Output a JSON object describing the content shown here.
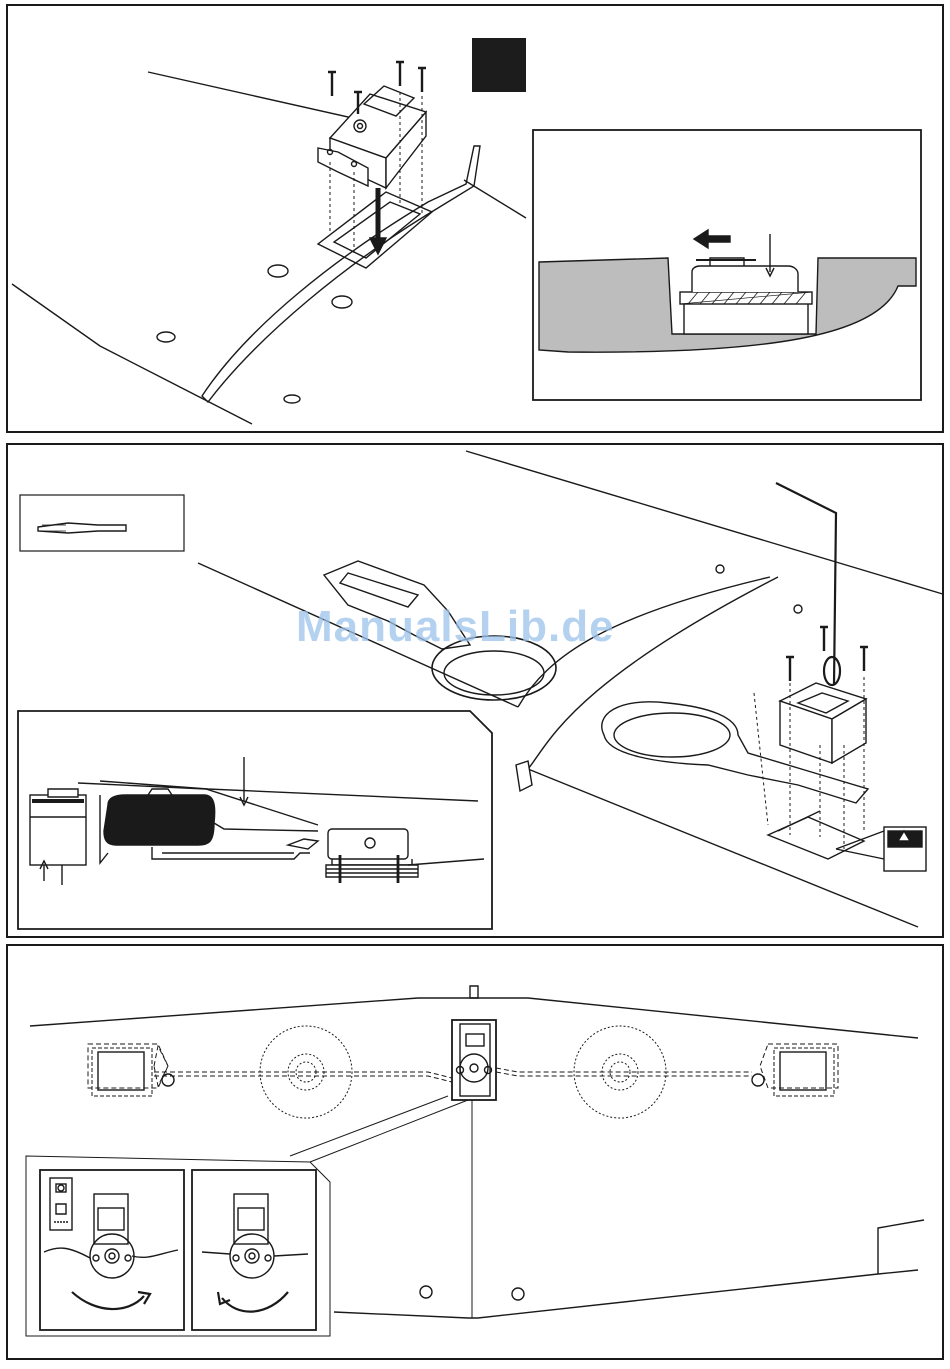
{
  "watermark": {
    "text": "ManualsLib.de"
  },
  "colors": {
    "line": "#1a1a1a",
    "wing_fill": "#bdbdbd",
    "watermark": "#9cc3ec",
    "badge": "#1c1c1c"
  },
  "panels": [
    {
      "id": "servo-mounting-step",
      "badge_icon": "step-number-badge"
    },
    {
      "id": "aileron-servo-linkage-step",
      "tool_icon": "clevis-icon"
    },
    {
      "id": "servo-rotation-check-step",
      "detail_icons": [
        "servo-rotate-clockwise-icon",
        "servo-rotate-counterclockwise-icon"
      ]
    }
  ]
}
